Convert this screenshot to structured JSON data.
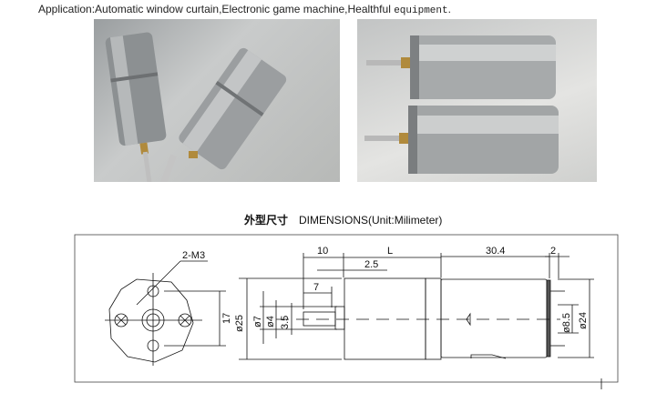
{
  "application": {
    "prefix": "Application:Automatic window curtain,Electronic game machine,Healthful ",
    "suffix": "equipment",
    "end": "."
  },
  "photos": [
    "two-motors-standing-photo",
    "two-motors-lying-photo"
  ],
  "dimensions_title": {
    "cn": "外型尺寸",
    "en": "DIMENSIONS(Unit:Milimeter)"
  },
  "drawing": {
    "hole_label": "2-M3",
    "hole_spacing": "17",
    "body_dia": "ø25",
    "d7": "ø7",
    "d4": "ø4",
    "flat": "3.5",
    "shaft_len": "10",
    "L": "L",
    "gear_offset": "2.5",
    "shaft_7": "7",
    "motor_len": "30.4",
    "cap": "2",
    "d85": "ø8.5",
    "d24": "ø24"
  }
}
